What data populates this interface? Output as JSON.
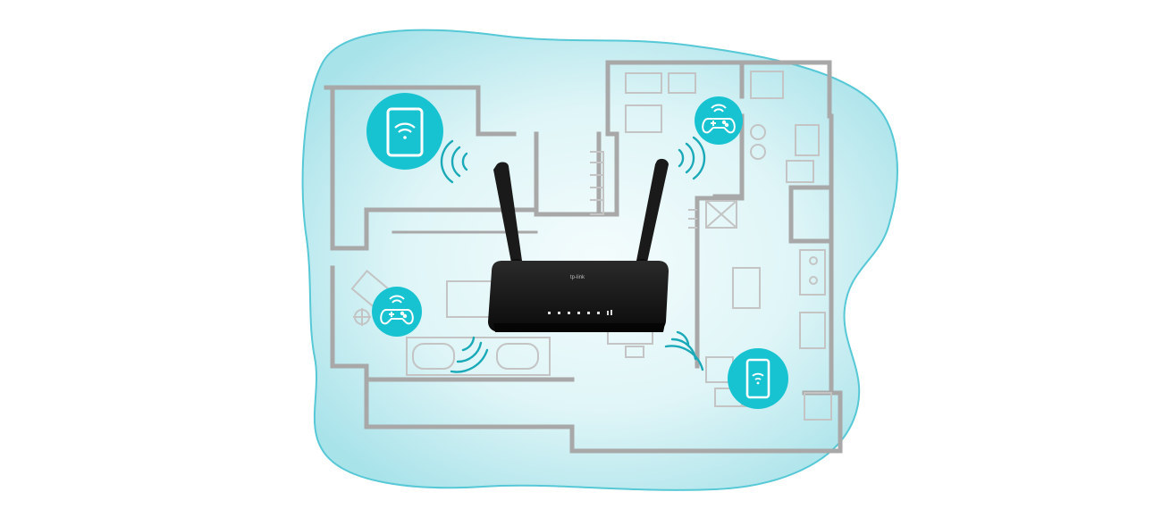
{
  "router": {
    "brand_text": "tp-link",
    "led_count": 7
  },
  "devices": [
    {
      "type": "tablet",
      "icon": "tablet-wifi-icon"
    },
    {
      "type": "gamepad",
      "icon": "gamepad-wifi-icon"
    },
    {
      "type": "gamepad",
      "icon": "gamepad-wifi-icon"
    },
    {
      "type": "smartphone",
      "icon": "smartphone-wifi-icon"
    }
  ],
  "colors": {
    "coverage_fill": "#c9eef2",
    "coverage_stroke": "#56c8d6",
    "badge": "#18c3d1",
    "floorplan_wall": "#a8a8a8",
    "floorplan_line": "#c4c4c4",
    "router_body": "#141414",
    "signal_wave": "#1aa9b8"
  }
}
